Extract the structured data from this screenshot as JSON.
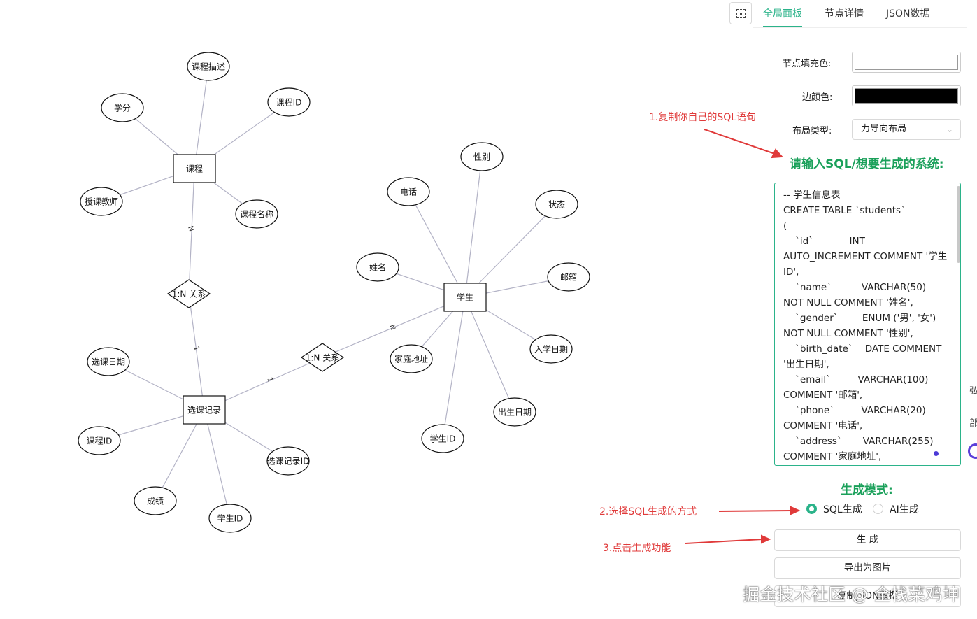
{
  "tabs": [
    "全局面板",
    "节点详情",
    "JSON数据"
  ],
  "settings": {
    "fill_label": "节点填充色:",
    "fill_color": "#ffffff",
    "border_label": "边颜色:",
    "border_color": "#000000",
    "layout_label": "布局类型:",
    "layout_value": "力导向布局"
  },
  "input_title": "请输入SQL/想要生成的系统:",
  "sql_text": "-- 学生信息表\nCREATE TABLE `students`\n(\n    `id`            INT\nAUTO_INCREMENT COMMENT '学生\nID',\n    `name`          VARCHAR(50)\nNOT NULL COMMENT '姓名',\n    `gender`        ENUM ('男', '女')\nNOT NULL COMMENT '性别',\n    `birth_date`    DATE COMMENT\n'出生日期',\n    `email`         VARCHAR(100)\nCOMMENT '邮箱',\n    `phone`         VARCHAR(20)\nCOMMENT '电话',\n    `address`       VARCHAR(255)\nCOMMENT '家庭地址',",
  "mode": {
    "title": "生成模式:",
    "options": [
      "SQL生成",
      "AI生成"
    ],
    "selected": "SQL生成"
  },
  "buttons": {
    "generate": "生 成",
    "export_image": "导出为图片",
    "copy_json": "复制JSON数据"
  },
  "annotations": {
    "step1": "1.复制你自己的SQL语句",
    "step2": "2.选择SQL生成的方式",
    "step3": "3.点击生成功能"
  },
  "watermark": "掘金技术社区 @ 全栈菜鸡坤",
  "side_glyphs": [
    "弘",
    "部"
  ],
  "er": {
    "entities": [
      "课程",
      "学生",
      "选课记录"
    ],
    "relations": [
      "1:N 关系",
      "1:N 关系"
    ],
    "edge_labels": [
      "N",
      "1",
      "1",
      "N"
    ],
    "attributes": [
      "课程描述",
      "学分",
      "课程ID",
      "授课教师",
      "课程名称",
      "性别",
      "电话",
      "状态",
      "姓名",
      "邮箱",
      "家庭地址",
      "入学日期",
      "出生日期",
      "学生ID",
      "选课日期",
      "课程ID",
      "选课记录ID",
      "成绩",
      "学生ID"
    ]
  }
}
